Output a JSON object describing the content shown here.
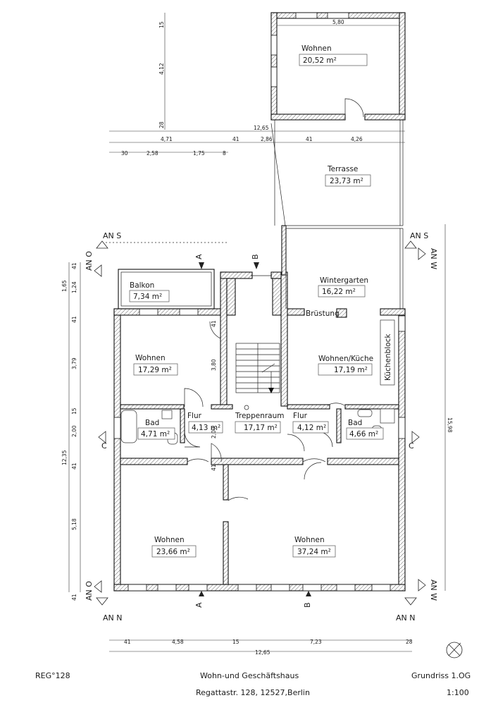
{
  "rooms": {
    "wohnen_annex": {
      "name": "Wohnen",
      "area": "20,52 m²"
    },
    "terrasse": {
      "name": "Terrasse",
      "area": "23,73 m²"
    },
    "wintergarten": {
      "name": "Wintergarten",
      "area": "16,22 m²"
    },
    "balkon": {
      "name": "Balkon",
      "area": "7,34 m²"
    },
    "bruestung": {
      "name": "Brüstung"
    },
    "wohnen_nw": {
      "name": "Wohnen",
      "area": "17,29 m²"
    },
    "wohnen_kueche": {
      "name": "Wohnen/Küche",
      "area": "17,19 m²"
    },
    "kuechenblock": {
      "name": "Küchenblock"
    },
    "bad_left": {
      "name": "Bad",
      "area": "4,71 m²"
    },
    "flur_left": {
      "name": "Flur",
      "area": "4,13 m²"
    },
    "treppenraum": {
      "name": "Treppenraum",
      "area": "17,17 m²"
    },
    "flur_right": {
      "name": "Flur",
      "area": "4,12 m²"
    },
    "bad_right": {
      "name": "Bad",
      "area": "4,66 m²"
    },
    "wohnen_sw": {
      "name": "Wohnen",
      "area": "23,66 m²"
    },
    "wohnen_se": {
      "name": "Wohnen",
      "area": "37,24 m²"
    }
  },
  "sections": {
    "ans_left": "AN S",
    "ans_right": "AN S",
    "ann_left": "AN N",
    "ann_right": "AN N",
    "ano_top": "AN O",
    "ano_bottom": "AN O",
    "anw_top": "AN W",
    "anw_bottom": "AN W",
    "a_top": "A",
    "a_bottom": "A",
    "b_top": "B",
    "b_bottom": "B",
    "c_left": "C",
    "c_right": "C"
  },
  "dims": {
    "annex_width": "5,80",
    "annex_h1": "15",
    "annex_h2": "4,12",
    "annex_h3": "28",
    "top_total": "12,65",
    "top_r1_a": "4,71",
    "top_r1_b": "41",
    "top_r1_c": "2,86",
    "top_r1_d": "41",
    "top_r1_e": "4,26",
    "top_r2_a": "30",
    "top_r2_b": "2,58",
    "top_r2_c": "1,75",
    "top_r2_d": "8",
    "left_a": "41",
    "left_b": "1,65",
    "left_c": "1,24",
    "left_d": "41",
    "left_e": "3,79",
    "left_f": "15",
    "left_g": "2,00",
    "left_h": "41",
    "left_i": "5,18",
    "left_j": "41",
    "left_total": "12,35",
    "right_total": "15,98",
    "inner_380": "3,80",
    "inner_41a": "41",
    "inner_200": "2,00",
    "inner_41b": "41",
    "bottom_a": "41",
    "bottom_b": "4,58",
    "bottom_c": "15",
    "bottom_d": "7,23",
    "bottom_e": "28",
    "bottom_total": "12,65"
  },
  "titleblock": {
    "project_id": "REG°128",
    "building_type": "Wohn-und Geschäftshaus",
    "drawing_title": "Grundriss 1.OG",
    "address": "Regattastr. 128, 12527,Berlin",
    "scale": "1:100"
  },
  "icons": {
    "north_arrow": "north-arrow-icon",
    "stair_arrow": "arrow-down-icon"
  }
}
